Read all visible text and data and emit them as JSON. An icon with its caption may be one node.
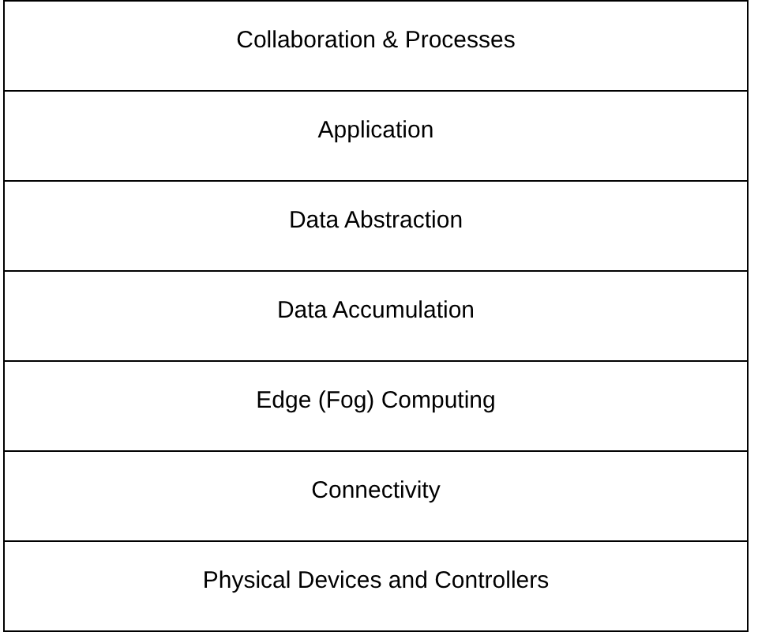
{
  "diagram": {
    "nodes": [
      {
        "text": [
          "Collaboration & Processes"
        ]
      },
      {
        "text": [
          "Application"
        ]
      },
      {
        "text": [
          "Data Abstraction"
        ]
      },
      {
        "text": [
          "Data Accumulation"
        ]
      },
      {
        "text": [
          "Edge (Fog) Computing"
        ]
      },
      {
        "text": [
          "Connectivity"
        ]
      },
      {
        "text": [
          "Physical Devices and Controllers"
        ]
      }
    ]
  }
}
